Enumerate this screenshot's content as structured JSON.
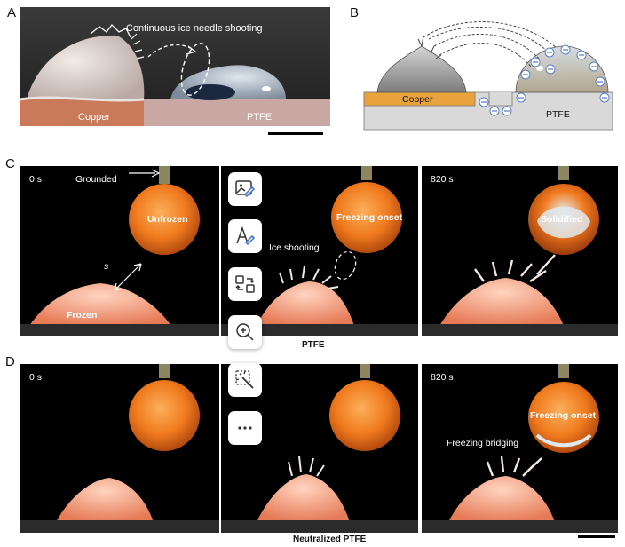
{
  "labels": {
    "a": "A",
    "b": "B",
    "c": "C",
    "d": "D"
  },
  "panel_a": {
    "title": "Continuous ice needle shooting",
    "left": "Copper",
    "right": "PTFE"
  },
  "panel_b": {
    "left": "Copper",
    "right": "PTFE"
  },
  "row_c": {
    "f1_time": "0 s",
    "f1_grounded": "Grounded",
    "f1_drop": "Unfrozen",
    "f1_s": "s",
    "f1_base": "Frozen",
    "f2_drop": "Freezing onset",
    "f2_ice": "Ice shooting",
    "f3_time": "820 s",
    "f3_drop": "Solidified",
    "caption": "PTFE"
  },
  "row_d": {
    "f1_time": "0 s",
    "f3_time": "820 s",
    "f3_drop": "Freezing onset",
    "f3_bridge": "Freezing bridging",
    "caption": "Neutralized PTFE"
  },
  "toolbar": {
    "items": [
      "image-edit-icon",
      "text-edit-icon",
      "swap-icon",
      "zoom-in-icon",
      "magic-select-icon",
      "more-icon"
    ]
  },
  "colors": {
    "drop": "#f07a1e",
    "base": "#f5a48a",
    "copper": "#e8a33c",
    "ptfe": "#d9d9d9",
    "charge": "#5a7fc2"
  }
}
